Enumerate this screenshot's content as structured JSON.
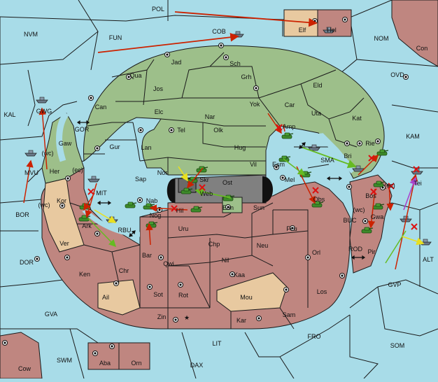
{
  "colors": {
    "sea": "#a8dce8",
    "green_power": "#9dbf8a",
    "red_power": "#bf8680",
    "neutral": "#e8c9a0",
    "capital_grey": "#808080",
    "order_red": "#cc2200",
    "order_green": "#66bb22",
    "order_yellow": "#e8e020",
    "order_purple": "#aa44cc"
  },
  "sea_labels": [
    "POL",
    "NVM",
    "FUN",
    "COB",
    "NOM",
    "OVD",
    "KAL",
    "GWG",
    "GOR",
    "(wc)",
    "MVU",
    "(ec)",
    "BOR",
    "(wc)",
    "MIT",
    "RBU",
    "DOR",
    "GVA",
    "SMA",
    "KAM",
    "BUC",
    "(wc)",
    "(ec)",
    "ROD",
    "ALT",
    "GVP",
    "FRO",
    "SOM",
    "LIT",
    "DAX",
    "SWM"
  ],
  "green_labels": [
    "Jad",
    "Sch",
    "Qua",
    "Grh",
    "Jos",
    "Eld",
    "Can",
    "Yok",
    "Car",
    "Elc",
    "Nar",
    "Uta",
    "Tel",
    "Olk",
    "Kat",
    "Gur",
    "Amp",
    "Lan",
    "Hug",
    "Rie",
    "Gaw",
    "Nor",
    "Vil",
    "Esm",
    "Bri",
    "Her",
    "Sap",
    "Mel",
    "Nab"
  ],
  "capital_labels": [
    "Skr",
    "Ost",
    "Web",
    "Eun"
  ],
  "red_labels": [
    "Kor",
    "Sun",
    "Ark",
    "Nog",
    "Hil",
    "Uru",
    "Feu",
    "Obs",
    "Bar",
    "Qwi",
    "Chp",
    "Neu",
    "Orl",
    "Ken",
    "Chr",
    "Nil",
    "Pir",
    "Gwa",
    "Bos",
    "Kaa",
    "Los",
    "Sot",
    "Rot",
    "Zin",
    "Kar",
    "Sam",
    "Cow",
    "Aba",
    "Orn",
    "Hel",
    "Tei",
    "Con"
  ],
  "neutral_labels": [
    "Ver",
    "Ail",
    "Mou",
    "Elf"
  ],
  "icons": {
    "unit": "tank-icon",
    "fleet": "ship-icon",
    "supply_center": "supply-center-icon",
    "move_arrow": "move-arrow-icon",
    "convoy_arrow": "convoy-arrow-icon",
    "cut_support": "cut-support-cross-icon",
    "star": "star-icon"
  }
}
